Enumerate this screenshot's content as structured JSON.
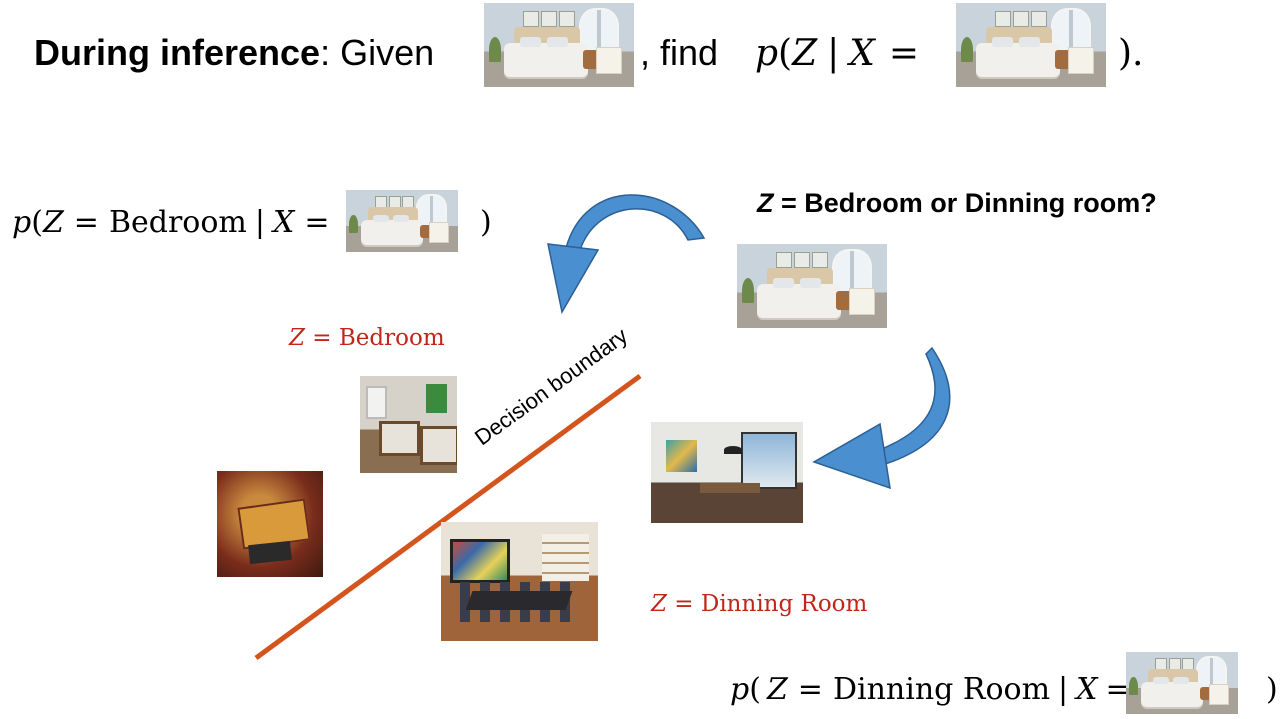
{
  "header": {
    "bold": "During inference",
    "colon_given": ": Given",
    "find": ", find",
    "p": "p",
    "open": "(",
    "Z": "Z",
    "bar": "|",
    "X": "X",
    "eq": "=",
    "close": ").",
    "thumb_alt": "bedroom photo"
  },
  "left_formula": {
    "p": "p",
    "open": "(",
    "Z": "Z",
    "eq": "=",
    "label": "Bedroom",
    "bar": "|",
    "X": "X",
    "eq2": "=",
    "close": ")"
  },
  "question": {
    "Z": "Z",
    "rest": " = Bedroom or Dinning room?"
  },
  "class_labels": {
    "bedroom": {
      "Z": "Z",
      "eq": " = ",
      "name": "Bedroom"
    },
    "dining": {
      "Z": "Z",
      "eq": " = ",
      "name": "Dinning Room"
    }
  },
  "boundary_label": "Decision boundary",
  "bottom_formula": {
    "p": "p",
    "open": "(",
    "Z": "Z",
    "eq": "=",
    "label": "Dinning Room",
    "bar": "|",
    "X": "X",
    "eq2": "=",
    "close": ")"
  },
  "colors": {
    "boundary": "#d4541e",
    "arrow_fill": "#4a8fd0",
    "arrow_stroke": "#2c5f94",
    "label_red": "#c0261b"
  }
}
